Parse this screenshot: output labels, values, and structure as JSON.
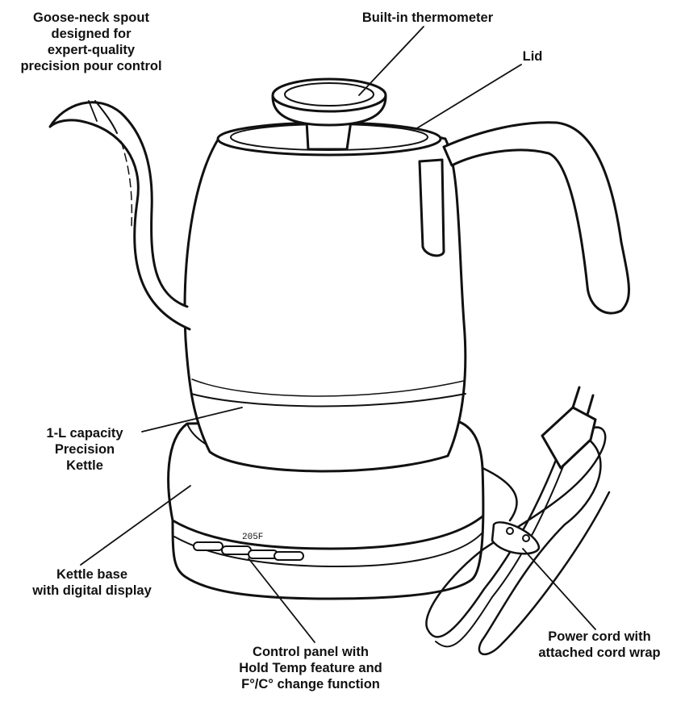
{
  "labels": {
    "spout": "Goose-neck spout\ndesigned for\nexpert-quality\nprecision pour control",
    "thermometer": "Built-in thermometer",
    "lid": "Lid",
    "capacity": "1-L capacity\nPrecision\nKettle",
    "base": "Kettle base\nwith digital display",
    "control_panel": "Control panel with\nHold Temp feature and\nF°/C° change function",
    "power_cord": "Power cord with\nattached cord wrap"
  },
  "display": {
    "temperature": "205F"
  },
  "colors": {
    "line": "#111111",
    "fill": "#ffffff"
  }
}
